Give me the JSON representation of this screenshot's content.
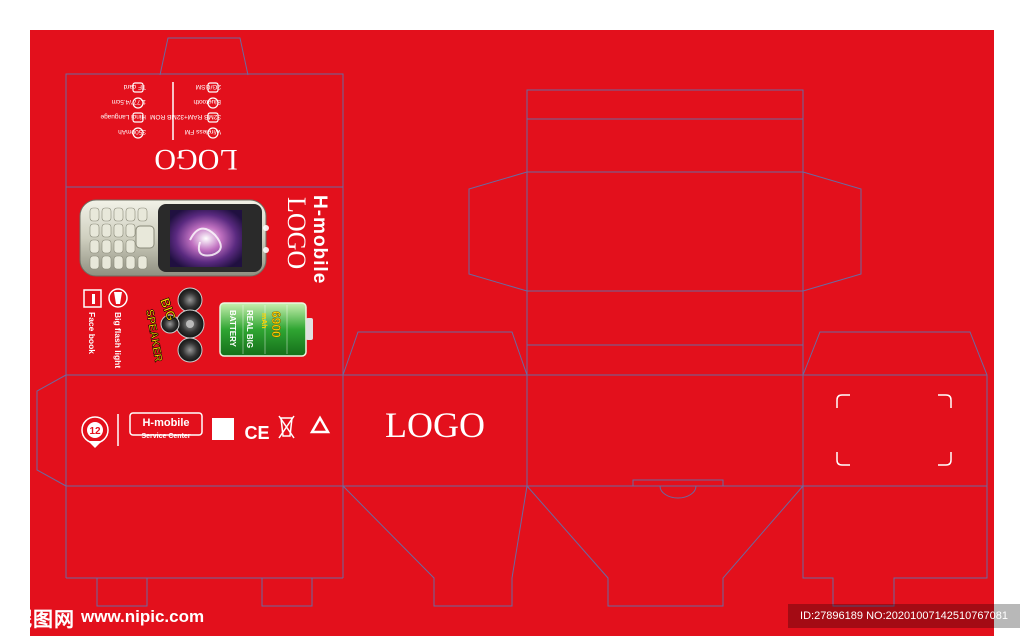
{
  "colors": {
    "background": "#e3101c",
    "dieline": "#6a6aa0",
    "print": "#ffffff",
    "battery": "#2fa532",
    "speaker_text": "#ffd400"
  },
  "top_flap": {
    "logo": "LOGO",
    "specs_right": [
      "3500mAh",
      "Hindi Language",
      "1.77\"/4.5cm",
      "TF card"
    ],
    "specs_left": [
      "Wireless FM",
      "32MB RAM+32MB ROM",
      "Bluetooth",
      "2G/GSM"
    ]
  },
  "front": {
    "brand": "H-mobile",
    "logo": "LOGO",
    "feature_flash": "Big flash light",
    "feature_facebook": "Face book",
    "speaker_line1": "BIG",
    "speaker_line2": "SPEAKER",
    "battery_value": "6900",
    "battery_unit": "mAh",
    "battery_line1": "REAL BIG",
    "battery_line2": "BATTERY"
  },
  "side_panel": {
    "warranty_number": "12",
    "service_brand": "H-mobile",
    "service_center": "Service Center",
    "ce_mark": "CE"
  },
  "back_panel": {
    "logo": "LOGO"
  },
  "watermark": {
    "site_cn": "昵图网",
    "site_url": "www.nipic.com",
    "id_text": "ID:27896189 NO:20201007142510767081"
  },
  "icons": [
    "warranty-seal-icon",
    "weee-bin-icon",
    "recycle-icon",
    "phone-screen-icon",
    "flashlight-icon",
    "speaker-icon",
    "battery-icon"
  ]
}
